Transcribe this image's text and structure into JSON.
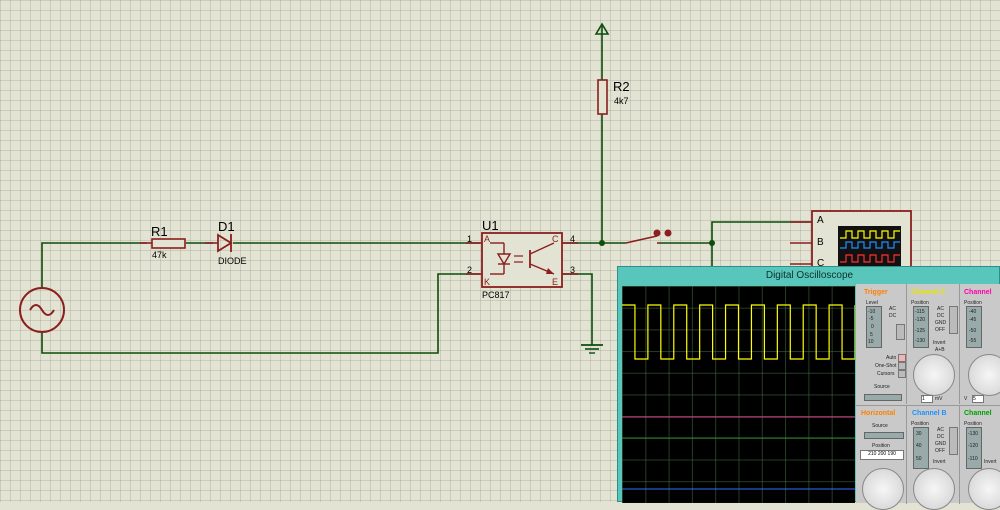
{
  "schematic": {
    "r1_ref": "R1",
    "r1_value": "47k",
    "d1_ref": "D1",
    "d1_value": "DIODE",
    "u1_ref": "U1",
    "u1_value": "PC817",
    "r2_ref": "R2",
    "r2_value": "4k7",
    "pin_1": "1",
    "pin_2": "2",
    "pin_3": "3",
    "pin_4": "4",
    "pin_a": "A",
    "pin_k": "K",
    "pin_c": "C",
    "pin_e": "E",
    "scope_input_a": "A",
    "scope_input_b": "B",
    "scope_input_c": "C"
  },
  "oscilloscope": {
    "title": "Digital Oscilloscope",
    "trigger": {
      "title": "Trigger",
      "level": "Level",
      "ac": "AC",
      "dc": "DC",
      "auto": "Auto",
      "one_shot": "One-Shot",
      "cursors": "Cursors",
      "source": "Source",
      "ticks": [
        "-10",
        "-5",
        "0",
        "5",
        "10"
      ]
    },
    "channel_a": {
      "title": "Channel A",
      "position": "Position",
      "ticks": [
        "-115",
        "-120",
        "-125",
        "-130"
      ],
      "ac": "AC",
      "dc": "DC",
      "gnd": "GND",
      "off": "OFF",
      "invert": "Invert",
      "apb": "A+B",
      "unit": "mV",
      "knob_value": "1"
    },
    "channel_d": {
      "title": "Channel",
      "position": "Position",
      "ticks": [
        "-40",
        "-45",
        "-50",
        "-55"
      ],
      "unit": "V",
      "knob_value": "5"
    },
    "horizontal": {
      "title": "Horizontal",
      "source": "Source",
      "position": "Position",
      "value": "210 200 190"
    },
    "channel_b": {
      "title": "Channel B",
      "position": "Position",
      "ticks": [
        "30",
        "40",
        "50"
      ],
      "ac": "AC",
      "dc": "DC",
      "gnd": "GND",
      "off": "OFF",
      "invert": "Invert"
    },
    "channel_c": {
      "title": "Channel",
      "position": "Position",
      "ticks": [
        "-130",
        "-120",
        "-110"
      ],
      "invert": "Invert"
    },
    "colors": {
      "channel_a": "#ffff00",
      "channel_b": "#1e90ff",
      "channel_c": "#00a000",
      "channel_d": "#ff00aa",
      "trigger": "#ff7f00"
    },
    "waveform": {
      "channel": "A",
      "periods_visible": 9,
      "duty_cycle": 0.5
    }
  }
}
